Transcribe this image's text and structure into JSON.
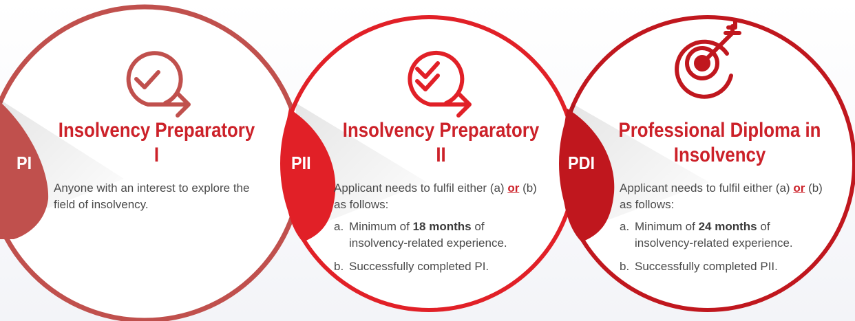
{
  "colors": {
    "circle1": "#c0504d",
    "circle2": "#e12027",
    "circle3": "#c0171e",
    "title": "#cc2129",
    "text": "#4a4a4a"
  },
  "levels": [
    {
      "badge": "PI",
      "icon": "clock-check-arrow-icon",
      "title": "Insolvency Preparatory I",
      "description": "Anyone with an interest to explore the field of insolvency."
    },
    {
      "badge": "PII",
      "icon": "clock-double-check-arrow-icon",
      "title": "Insolvency Preparatory II",
      "intro_before": "Applicant needs to fulfil either (a)",
      "or_word": "or",
      "intro_after": "(b) as follows:",
      "items": [
        {
          "marker": "a.",
          "prefix": "Minimum of",
          "bold": "18 months",
          "suffix": "of insolvency-related experience."
        },
        {
          "marker": "b.",
          "text": "Successfully completed PI."
        }
      ]
    },
    {
      "badge": "PDI",
      "icon": "target-arrow-icon",
      "title": "Professional Diploma in Insolvency",
      "intro_before": "Applicant needs to fulfil either (a)",
      "or_word": "or",
      "intro_after": "(b) as follows:",
      "items": [
        {
          "marker": "a.",
          "prefix": "Minimum of",
          "bold": "24 months",
          "suffix": "of insolvency-related experience."
        },
        {
          "marker": "b.",
          "text": "Successfully completed PII."
        }
      ]
    }
  ]
}
